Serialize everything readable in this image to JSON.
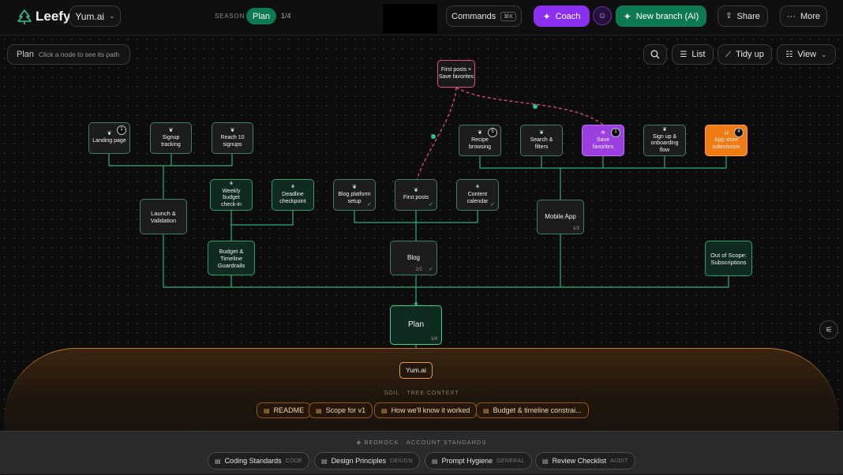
{
  "app": {
    "name": "Leefy",
    "project": "Yum.ai"
  },
  "season": {
    "label": "SEASON",
    "value": "Plan",
    "count": "1/4"
  },
  "topbar": {
    "commands": "Commands",
    "shortcut": "⌘K",
    "coach": "Coach",
    "new_branch": "New branch (AI)",
    "share": "Share",
    "more": "More"
  },
  "toolbar": {
    "plan": "Plan",
    "hint": "Click a node to see its path",
    "list": "List",
    "tidy": "Tidy up",
    "view": "View"
  },
  "nodes": {
    "landing": {
      "label": "Landing page",
      "badge": "1"
    },
    "signup": {
      "label": "Signup tracking"
    },
    "reach": {
      "label": "Reach 10 signups"
    },
    "launch": {
      "label": "Launch & Validation"
    },
    "weekly": {
      "label": "Weekly budget check-in"
    },
    "deadline": {
      "label": "Deadline checkpoint"
    },
    "budget": {
      "label": "Budget & Timeline Guardrails"
    },
    "blogsetup": {
      "label": "Blog platform setup"
    },
    "firstposts": {
      "label": "First posts"
    },
    "calendar": {
      "label": "Content calendar"
    },
    "blog": {
      "label": "Blog",
      "progress": "2/2"
    },
    "recipe": {
      "label": "Recipe browsing",
      "badge": "5"
    },
    "search": {
      "label": "Search & filters"
    },
    "save": {
      "label": "Save favorites",
      "badge": "1"
    },
    "onboard": {
      "label": "Sign up & onboarding flow"
    },
    "appstore": {
      "label": "App store submission",
      "badge": "4"
    },
    "mobile": {
      "label": "Mobile App",
      "progress": "1/3"
    },
    "oos": {
      "label": "Out of Scope: Subscriptions"
    },
    "link": {
      "label": "First posts × Save favorites"
    },
    "plan": {
      "label": "Plan",
      "progress": "1/4"
    },
    "root": {
      "label": "Yum.ai"
    }
  },
  "soil": {
    "title": "SOIL · TREE CONTEXT",
    "chips": [
      "README",
      "Scope for v1",
      "How we'll know it worked",
      "Budget & timeline constrai..."
    ]
  },
  "bedrock": {
    "title": "BEDROCK · ACCOUNT STANDARDS",
    "chips": [
      {
        "label": "Coding Standards",
        "tag": "CODE"
      },
      {
        "label": "Design Principles",
        "tag": "DESIGN"
      },
      {
        "label": "Prompt Hygiene",
        "tag": "GENERAL"
      },
      {
        "label": "Review Checklist",
        "tag": "AUDIT"
      }
    ]
  },
  "colors": {
    "accent_green": "#0e7a52",
    "coach_purple": "#8b2ff0",
    "orange": "#f07b12",
    "pink": "#e0507f"
  }
}
